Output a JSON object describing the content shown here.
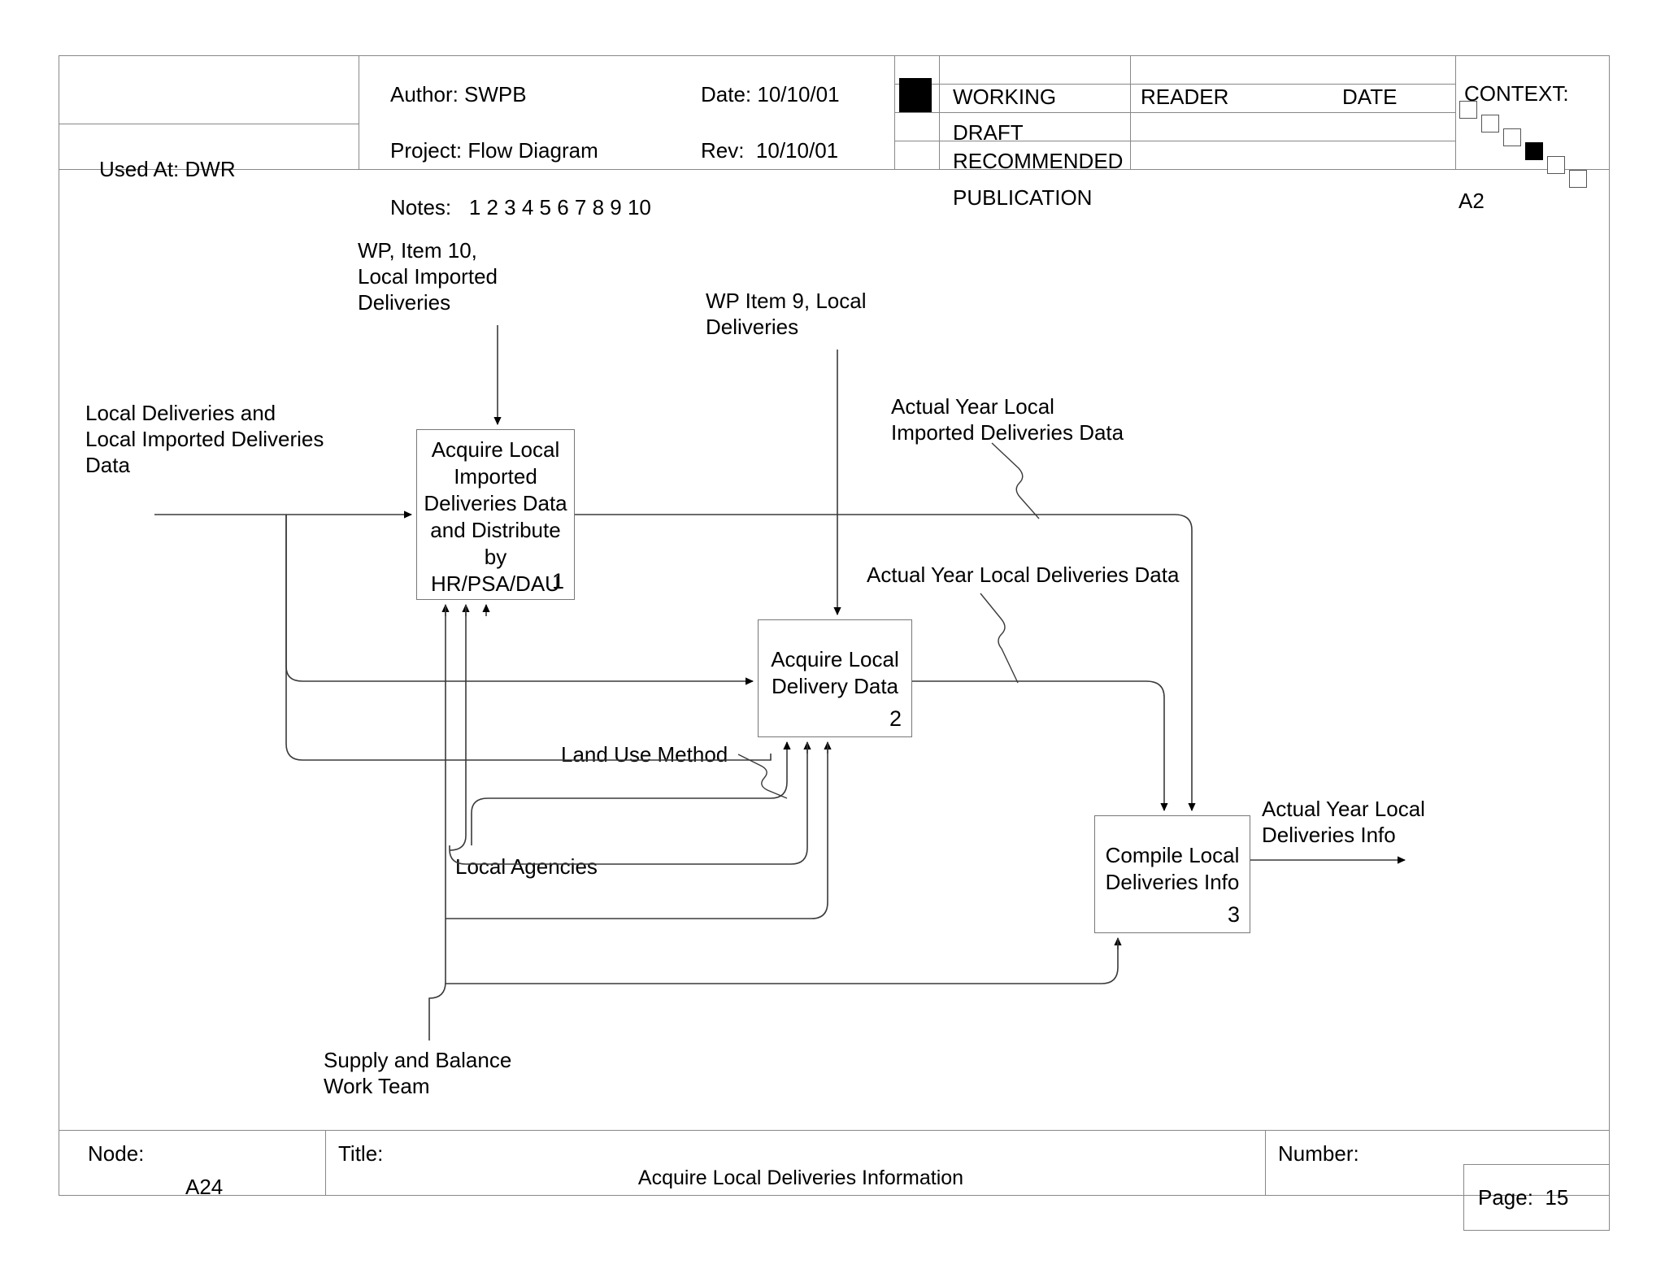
{
  "document": {
    "title_block": {
      "used_at_label": "Used At: DWR",
      "author": "Author: SWPB",
      "date": "Date: 10/10/01",
      "project": "Project: Flow Diagram",
      "rev": "Rev:  10/10/01",
      "notes": "Notes:   1 2 3 4 5 6 7 8 9 10",
      "status_rows": [
        {
          "label": "WORKING",
          "checked": true
        },
        {
          "label": "DRAFT",
          "checked": false
        },
        {
          "label": "RECOMMENDED",
          "checked": false
        },
        {
          "label": "PUBLICATION",
          "checked": false
        }
      ],
      "reader_label": "READER",
      "date_col_label": "DATE",
      "context_label": "CONTEXT:",
      "context_node": "A2",
      "context_squares": [
        {
          "filled": false
        },
        {
          "filled": false
        },
        {
          "filled": false
        },
        {
          "filled": true
        },
        {
          "filled": false
        },
        {
          "filled": false
        }
      ]
    },
    "footer": {
      "node_label": "Node:",
      "node_value": "A24",
      "title_label": "Title:",
      "title_value": "Acquire Local Deliveries Information",
      "number_label": "Number:",
      "page_label": "Page:  15"
    }
  },
  "diagram": {
    "type": "idef0-activity-diagram",
    "boxes": [
      {
        "id": "a1",
        "title": "Acquire Local\nImported\nDeliveries Data\nand Distribute\nby\nHR/PSA/DAU",
        "number": "1"
      },
      {
        "id": "a2",
        "title": "Acquire Local\nDelivery Data",
        "number": "2"
      },
      {
        "id": "a3",
        "title": "Compile Local\nDeliveries Info",
        "number": "3"
      }
    ],
    "labels": {
      "input_left": "Local Deliveries and\nLocal Imported Deliveries\nData",
      "control_wp10": "WP, Item 10,\nLocal Imported\nDeliveries",
      "control_wp9": "WP Item 9, Local\nDeliveries",
      "out_imported_data": "Actual Year Local\nImported Deliveries Data",
      "out_deliveries_data": "Actual Year Local Deliveries Data",
      "out_deliveries_info": "Actual Year Local\nDeliveries Info",
      "mech_land_use": "Land Use Method",
      "mech_local_agencies": "Local Agencies",
      "mech_supply_balance": "Supply and Balance\nWork Team"
    }
  },
  "colors": {
    "ink": "#000000",
    "frame": "#888888",
    "box_border": "#777777",
    "paper": "#ffffff"
  }
}
